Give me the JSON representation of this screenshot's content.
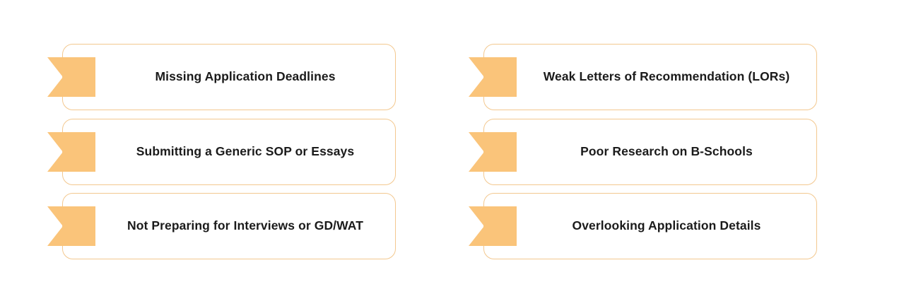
{
  "page": {
    "background_color": "#ffffff",
    "layout": "two-column-card-grid",
    "columns": 2,
    "rows": 3
  },
  "theme": {
    "ribbon_fill": "#fac47a",
    "card_border": "#f3c88f",
    "card_background": "#ffffff",
    "label_color": "#1b1b1b"
  },
  "cards": [
    {
      "id": "missing-application-deadlines",
      "label": "Missing Application Deadlines",
      "marker_icon": "ribbon-flag-icon",
      "column": "left",
      "row": 1
    },
    {
      "id": "weak-letters-of-recommendation",
      "label": "Weak Letters of Recommendation (LORs)",
      "marker_icon": "ribbon-flag-icon",
      "column": "right",
      "row": 1
    },
    {
      "id": "submitting-a-generic-sop-or-essays",
      "label": "Submitting a Generic SOP or Essays",
      "marker_icon": "ribbon-flag-icon",
      "column": "left",
      "row": 2
    },
    {
      "id": "poor-research-on-b-schools",
      "label": "Poor Research on B-Schools",
      "marker_icon": "ribbon-flag-icon",
      "column": "right",
      "row": 2
    },
    {
      "id": "not-preparing-for-interviews-or-gd-wat",
      "label": "Not Preparing for Interviews or GD/WAT",
      "marker_icon": "ribbon-flag-icon",
      "column": "left",
      "row": 3
    },
    {
      "id": "overlooking-application-details",
      "label": "Overlooking Application Details",
      "marker_icon": "ribbon-flag-icon",
      "column": "right",
      "row": 3
    }
  ]
}
